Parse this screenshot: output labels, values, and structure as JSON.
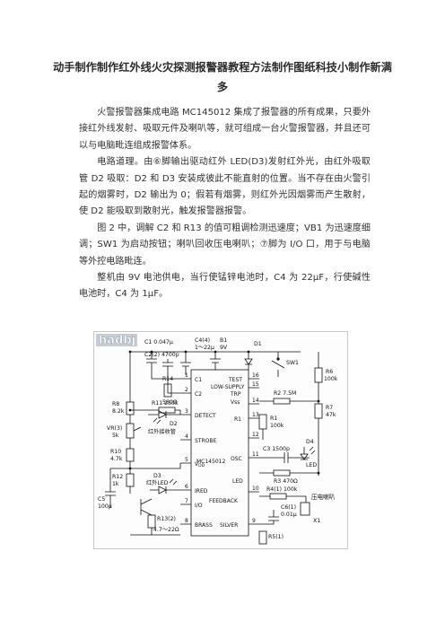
{
  "document": {
    "title": "动手制作制作红外线火灾探测报警器教程方法制作图纸科技小制作新满多",
    "paragraphs": [
      "火警报警器集成电路 MC145012 集成了报警器的所有成果，只要外接红外线发射、吸取元件及喇叭等，就可组成一台火警报警器，并且还可以与电脑毗连组成报警体系。",
      "电路道理。由⑥脚输出驱动红外 LED(D3)发射红外光，由红外吸取管 D2 吸取：D2 和 D3 安装成彼此不能直射的位置。当不存在由火警引起的烟雾时，D2 输出为 0；假若有烟雾，则红外光因烟雾而产生散射，使 D2 能吸取到散射光，触发报警器报警。",
      "图 2 中，调解 C2 和 R13 的值可粗调检测迅速度；VB1 为迅速度细调；SW1 为启动按钮；喇叭回收压电喇叭；⑦脚为 I/O 口，用于与电脑等外控电路毗连。",
      "整机由 9V 电池供电，当行使锰锌电池时，C4 为 22μF，行使碱性电池时，C4 为 1μF。"
    ]
  },
  "figure": {
    "watermark": "hadbj",
    "chip": {
      "name": "MC145012",
      "pins_left": [
        {
          "num": "1",
          "label": "C1"
        },
        {
          "num": "2",
          "label": "C2"
        },
        {
          "num": "3",
          "label": "DETECT"
        },
        {
          "num": "4",
          "label": "STROBE"
        },
        {
          "num": "5",
          "label": "V<sub>DD</sub>"
        },
        {
          "num": "6",
          "label": "IRED"
        },
        {
          "num": "7",
          "label": "I/O"
        },
        {
          "num": "8",
          "label": "BRASS"
        }
      ],
      "pins_right": [
        {
          "num": "16",
          "label": "TEST"
        },
        {
          "num": "15",
          "label": "LOW-SUPPLY"
        },
        {
          "num": "",
          "label": "TRP"
        },
        {
          "num": "14",
          "label": "Vss"
        },
        {
          "num": "13",
          "label": "R1"
        },
        {
          "num": "12",
          "label": "OSC"
        },
        {
          "num": "11",
          "label": "LED"
        },
        {
          "num": "10",
          "label": "FEEDBACK"
        },
        {
          "num": "9",
          "label": "SILVER"
        }
      ]
    },
    "labels": {
      "c1": "C1 0.047μ",
      "c2": "C2(2) 4700p",
      "c4a": "C4(4)",
      "c4b": "1～22μ",
      "b1a": "B1",
      "b1b": "9V",
      "d1": "D1",
      "sw1": "SW1",
      "r14a": "R14",
      "r14b": "560Ω",
      "r8a": "R8",
      "r8b": "8.2k",
      "vr1a": "VR(3)",
      "vr1b": "5k",
      "r10a": "R10",
      "r10b": "4.7k",
      "r11": "R11  250k",
      "d2": "D2",
      "d2cn": "红外接收管",
      "r12a": "R12",
      "r12b": "1k",
      "d3": "D3",
      "d3cn": "红外LED",
      "c5a": "C5",
      "c5b": "100μ",
      "r13a": "R13(2)",
      "r13b": "4.7～22Ω",
      "r6a": "R6",
      "r6b": "100k",
      "r7a": "R7",
      "r7b": "47k",
      "r2": "R2  7.5M",
      "r1a": "R1",
      "r1b": "100k",
      "c3": "C3  1500p",
      "d4a": "D4",
      "d4b": "LED",
      "r3": "R3  470Ω",
      "r4": "R4(1)  100k",
      "c6a": "C6(1)",
      "c6b": "0.01μ",
      "spk": "压电喇叭",
      "x1": "X1",
      "r5": "R5(1)"
    }
  }
}
